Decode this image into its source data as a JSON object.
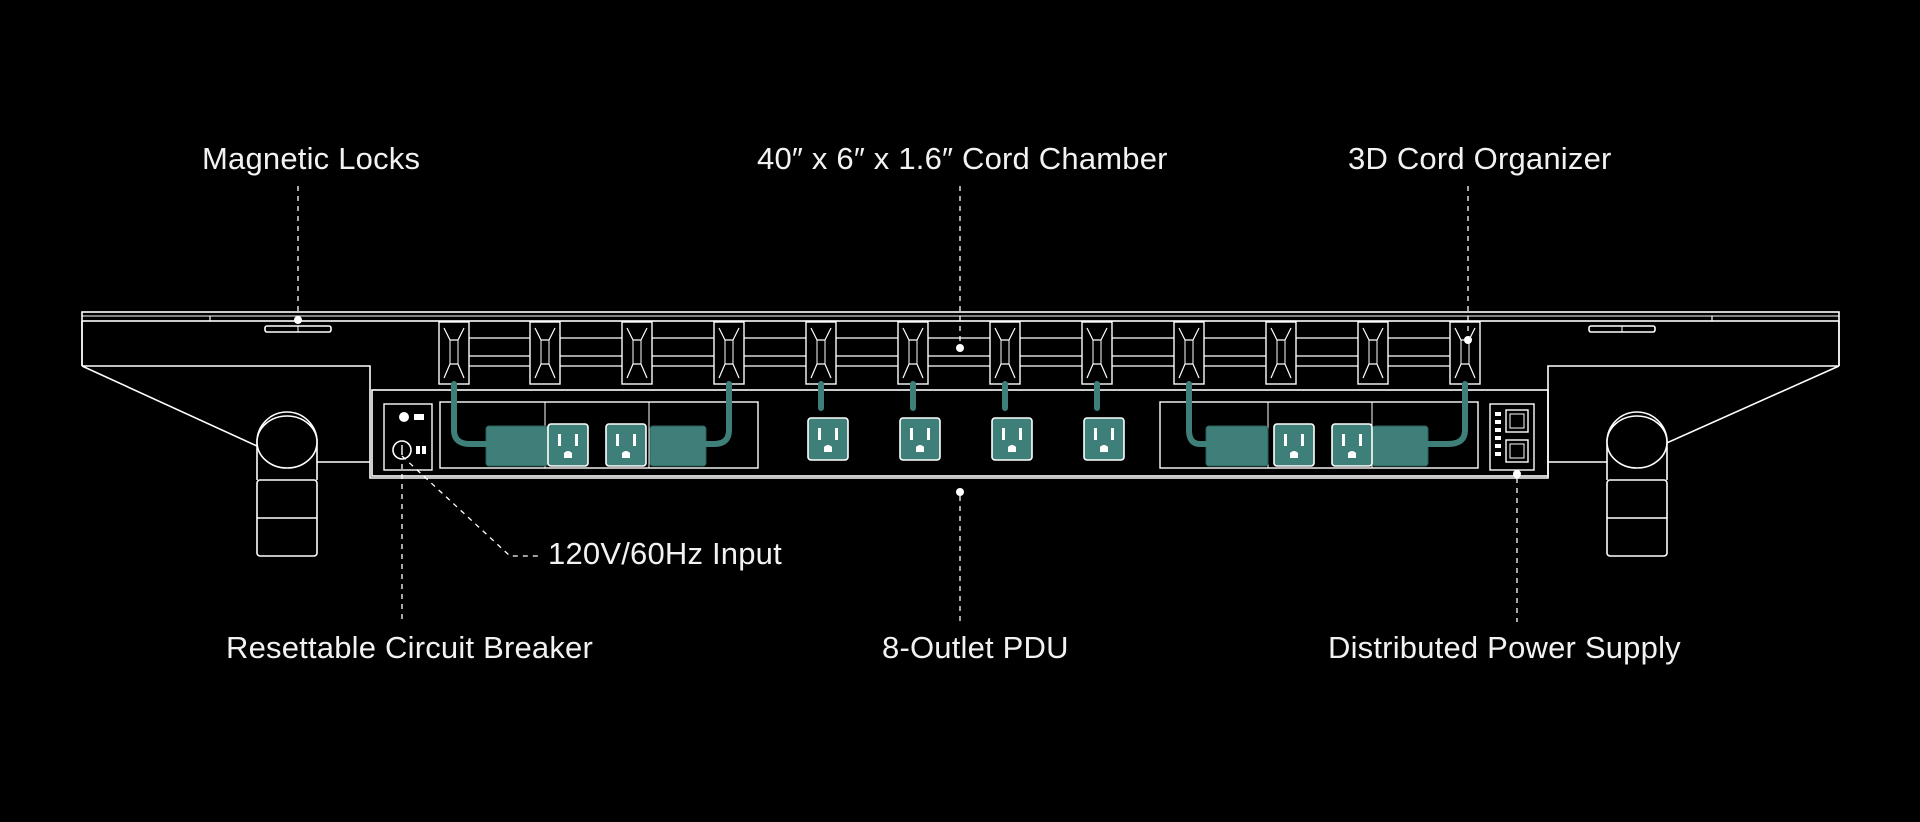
{
  "colors": {
    "background": "#000000",
    "line": "#ffffff",
    "label": "#f2f2f2",
    "cord": "#3f7f79",
    "cord_dark": "#2e5f5b"
  },
  "callouts": {
    "magnetic_locks": "Magnetic Locks",
    "cord_chamber": "40″ x 6″ x 1.6″ Cord Chamber",
    "cord_organizer": "3D Cord Organizer",
    "input": "120V/60Hz Input",
    "circuit_breaker": "Resettable Circuit Breaker",
    "pdu": "8-Outlet PDU",
    "power_supply": "Distributed Power Supply"
  },
  "icons": {
    "outlet": "nema-5-15-outlet-icon",
    "switch": "rocker-switch-icon",
    "breaker": "circuit-breaker-icon",
    "lock": "magnetic-lock-icon",
    "clip": "cord-clip-icon"
  }
}
